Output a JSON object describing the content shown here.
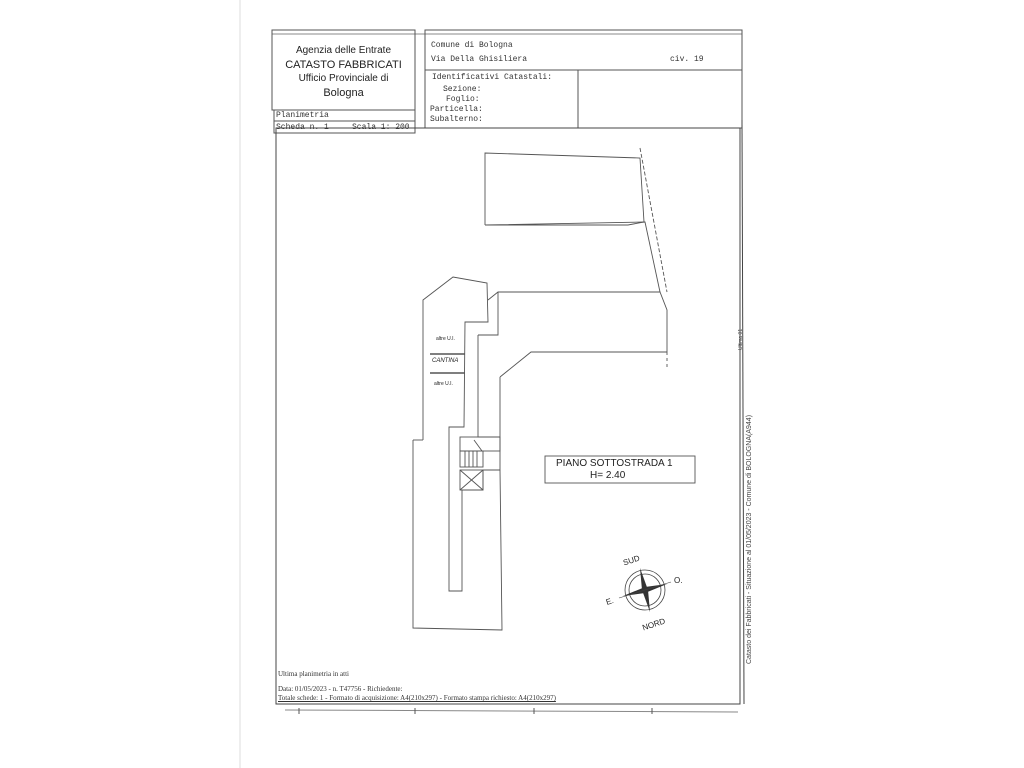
{
  "header": {
    "agency": "Agenzia delle Entrate",
    "department": "CATASTO FABBRICATI",
    "office": "Ufficio Provinciale di",
    "office_city": "Bologna",
    "comune": "Comune di Bologna",
    "address": "Via Della Ghisiliera",
    "civic": "civ. 19",
    "identifiers_title": "Identificativi Catastali:",
    "sezione_label": "Sezione:",
    "foglio_label": "Foglio:",
    "particella_label": "Particella:",
    "subalterno_label": "Subalterno:",
    "plan_type": "Planimetria",
    "scheda": "Scheda n. 1",
    "scala": "Scala 1: 200"
  },
  "plan": {
    "labels": {
      "altre_ui_top": "altre U.I.",
      "cantina": "CANTINA",
      "altre_ui_bottom": "altre U.I."
    },
    "floor_title": "PIANO SOTTOSTRADA  1",
    "height": "H= 2.40",
    "compass": {
      "north": "NORD",
      "south": "SUD",
      "east": "E.",
      "west": "O."
    }
  },
  "footer": {
    "line1": "Ultima planimetria in atti",
    "line2": "Data: 01/05/2023 - n. T47756 - Richiedente:",
    "line3": "Totale schede: 1 - Formato di acquisizione: A4(210x297) - Formato stampa richiesto: A4(210x297)"
  },
  "side_text": "Catasto dei Fabbricati - Situazione al 01/05/2023 - Comune di BOLOGNA(A944)",
  "side_small": "Ultima 01"
}
